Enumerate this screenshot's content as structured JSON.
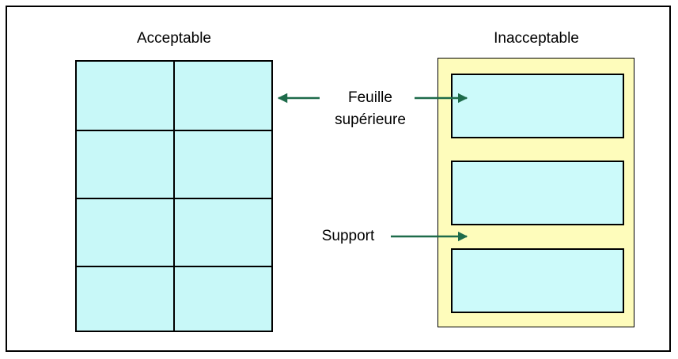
{
  "left_panel": {
    "title": "Acceptable"
  },
  "right_panel": {
    "title": "Inacceptable"
  },
  "callouts": {
    "top_sheet_line1": "Feuille",
    "top_sheet_line2": "supérieure",
    "backing": "Support"
  },
  "colors": {
    "label_fill": "#c8f8f8",
    "backing_fill": "#fefcbb",
    "arrow": "#1e6b4a"
  }
}
